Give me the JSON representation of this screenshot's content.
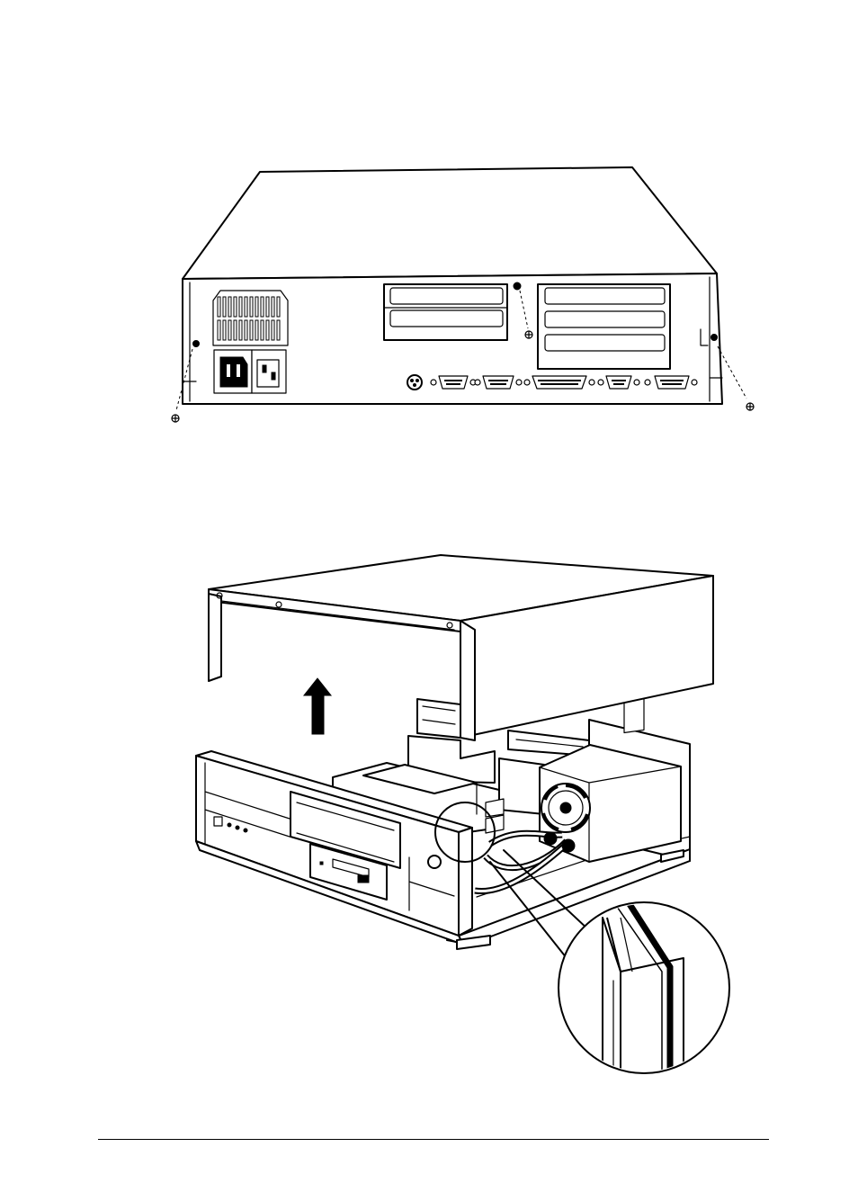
{
  "page": {
    "illustrations": [
      {
        "icon": "computer-rear-panel-screws-illustration"
      },
      {
        "icon": "computer-cover-removal-illustration"
      }
    ],
    "footer": {
      "rule": "horizontal-rule"
    }
  }
}
